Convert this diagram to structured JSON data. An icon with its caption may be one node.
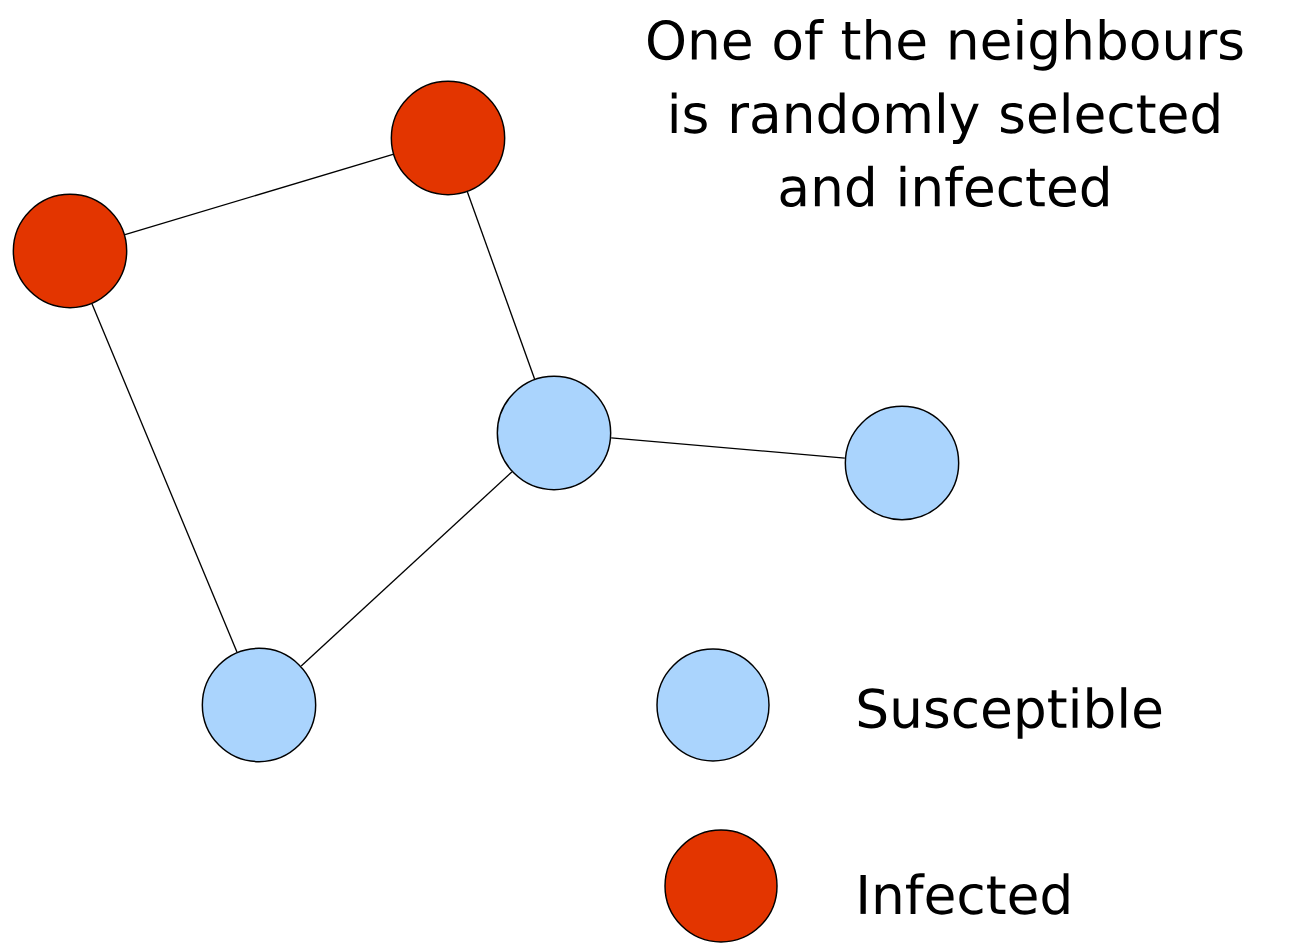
{
  "diagram": {
    "title": "One of the neighbours is randomly selected and infected",
    "nodes": [
      {
        "text": [],
        "shape": "circle"
      },
      {
        "text": [],
        "shape": "circle"
      },
      {
        "text": [],
        "shape": "circle"
      },
      {
        "text": [],
        "shape": "circle"
      },
      {
        "text": [],
        "shape": "circle"
      }
    ],
    "edges": [
      {
        "from": 1,
        "to": 0,
        "arrow": "none"
      },
      {
        "from": 0,
        "to": 2,
        "arrow": "none"
      },
      {
        "from": 1,
        "to": 4,
        "arrow": "none"
      },
      {
        "from": 4,
        "to": 2,
        "arrow": "none"
      },
      {
        "from": 2,
        "to": 3,
        "arrow": "none"
      }
    ],
    "legend": [
      {
        "text": "Susceptible",
        "color": "#aad4fd"
      },
      {
        "text": "Infected",
        "color": "#e33500"
      }
    ]
  }
}
